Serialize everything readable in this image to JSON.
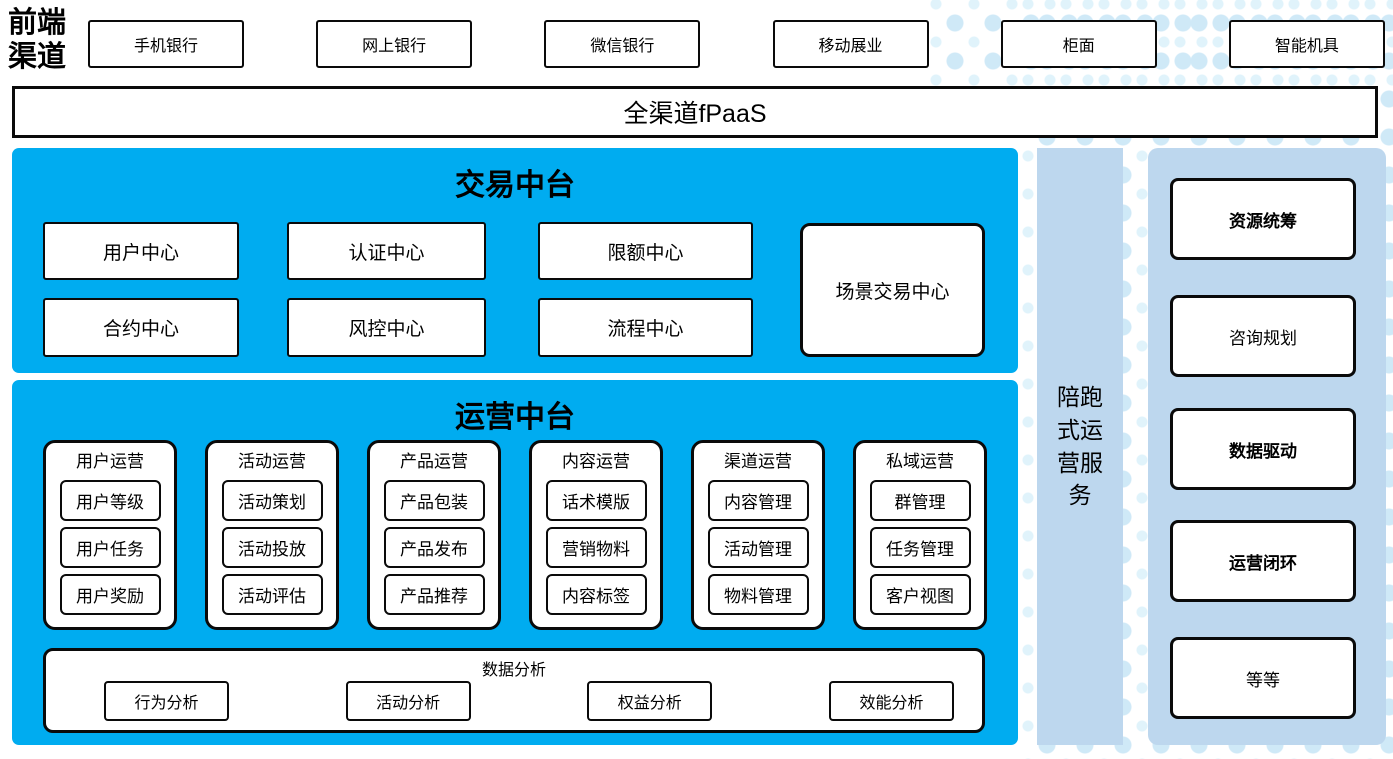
{
  "colors": {
    "primary_blue": "#00ACF0",
    "light_blue": "#BDD7EE",
    "dot_blue": "#CFE9F7",
    "border_black": "#0A0A0A"
  },
  "front_channels": {
    "label": "前端渠道",
    "items": [
      "手机银行",
      "网上银行",
      "微信银行",
      "移动展业",
      "柜面",
      "智能机具"
    ]
  },
  "fpaas_bar": {
    "label": "全渠道fPaaS"
  },
  "trade_platform": {
    "title": "交易中台",
    "grid_boxes": [
      "用户中心",
      "认证中心",
      "限额中心",
      "合约中心",
      "风控中心",
      "流程中心"
    ],
    "tall_box": "场景交易中心"
  },
  "ops_platform": {
    "title": "运营中台",
    "columns": [
      {
        "header": "用户运营",
        "items": [
          "用户等级",
          "用户任务",
          "用户奖励"
        ]
      },
      {
        "header": "活动运营",
        "items": [
          "活动策划",
          "活动投放",
          "活动评估"
        ]
      },
      {
        "header": "产品运营",
        "items": [
          "产品包装",
          "产品发布",
          "产品推荐"
        ]
      },
      {
        "header": "内容运营",
        "items": [
          "话术模版",
          "营销物料",
          "内容标签"
        ]
      },
      {
        "header": "渠道运营",
        "items": [
          "内容管理",
          "活动管理",
          "物料管理"
        ]
      },
      {
        "header": "私域运营",
        "items": [
          "群管理",
          "任务管理",
          "客户视图"
        ]
      }
    ],
    "analysis": {
      "title": "数据分析",
      "items": [
        "行为分析",
        "活动分析",
        "权益分析",
        "效能分析"
      ]
    }
  },
  "side_bar": {
    "label": "陪跑式运营服务"
  },
  "side_panel": {
    "items": [
      {
        "label": "资源统筹",
        "bold": true
      },
      {
        "label": "咨询规划",
        "bold": false
      },
      {
        "label": "数据驱动",
        "bold": true
      },
      {
        "label": "运营闭环",
        "bold": true
      },
      {
        "label": "等等",
        "bold": false
      }
    ]
  }
}
